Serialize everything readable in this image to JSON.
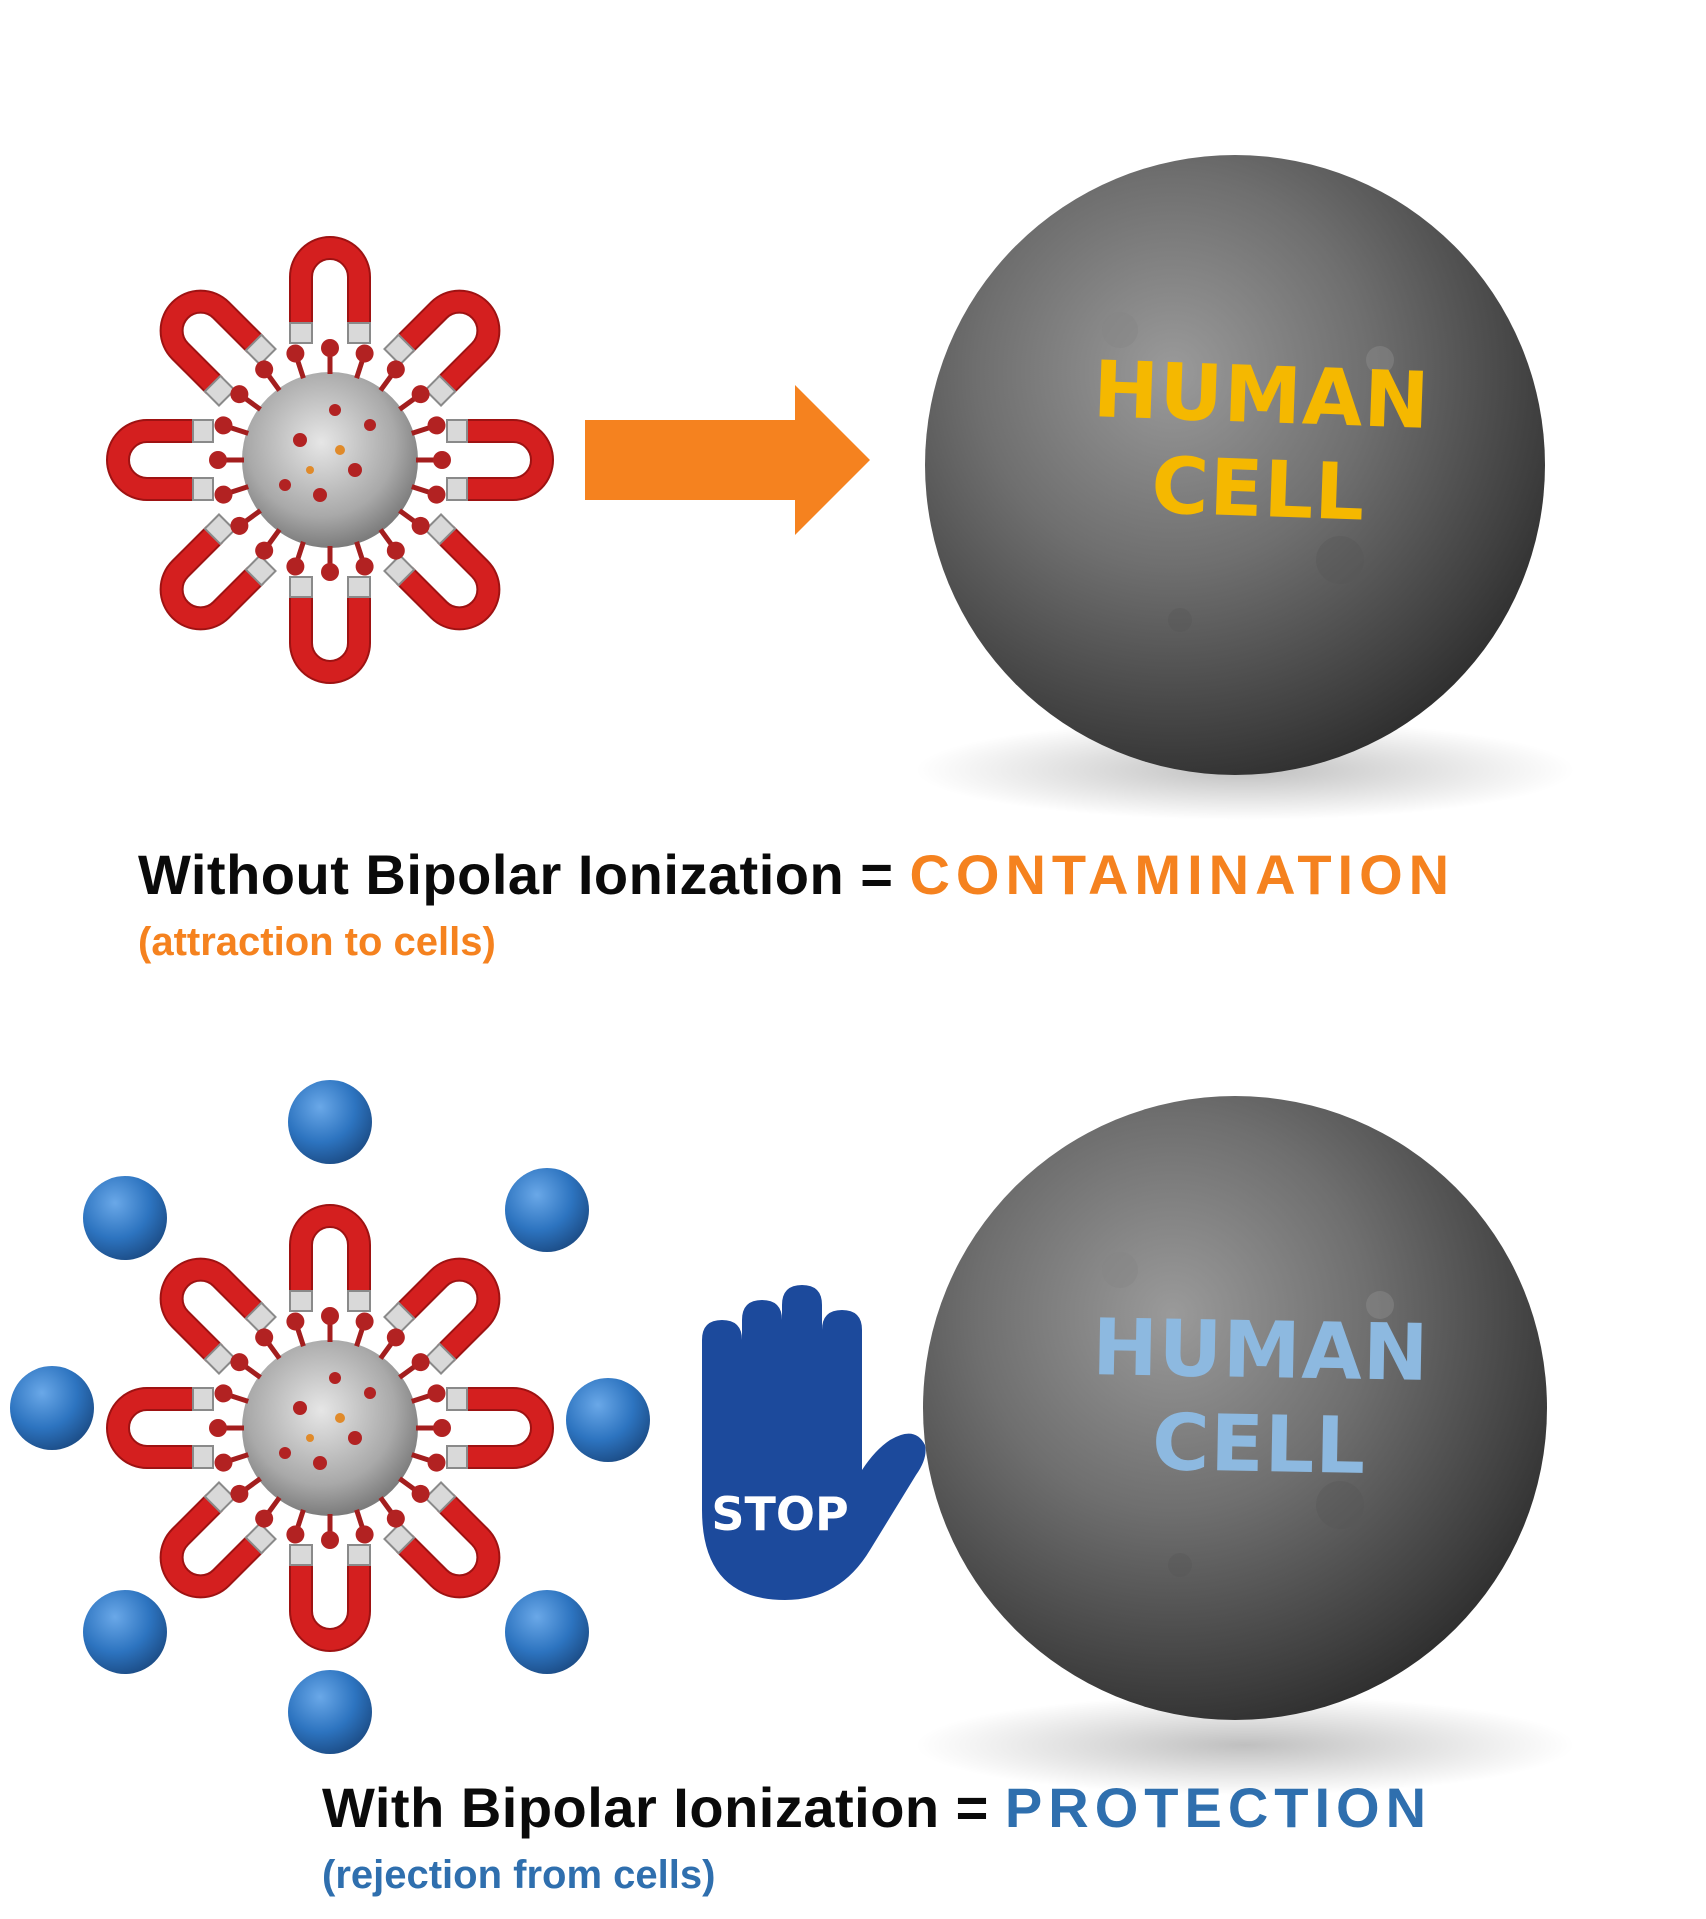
{
  "colors": {
    "orange": "#f5821f",
    "cell_label_top": "#f5b800",
    "cell_label_bottom": "#8db9e0",
    "protection_blue": "#2f6fae",
    "hand_blue": "#1c4a9c",
    "ion_blue": "#2d74c0",
    "magnet_red": "#d41f1f",
    "virus_red": "#b22222"
  },
  "icons": {
    "virus": "coronavirus-icon",
    "magnet": "horseshoe-magnet-icon",
    "arrow": "right-arrow-icon",
    "stop_hand": "stop-hand-icon",
    "ion": "ion-sphere-icon",
    "cell": "human-cell-sphere"
  },
  "top": {
    "cell_label_line1": "HUMAN",
    "cell_label_line2": "CELL",
    "caption_prefix": "Without Bipolar Ionization = ",
    "caption_outcome": "CONTAMINATION",
    "caption_sub": "(attraction to cells)"
  },
  "bottom": {
    "cell_label_line1": "HUMAN",
    "cell_label_line2": "CELL",
    "stop_text": "STOP",
    "caption_prefix": "With Bipolar Ionization = ",
    "caption_outcome": "PROTECTION",
    "caption_sub": "(rejection from cells)"
  }
}
